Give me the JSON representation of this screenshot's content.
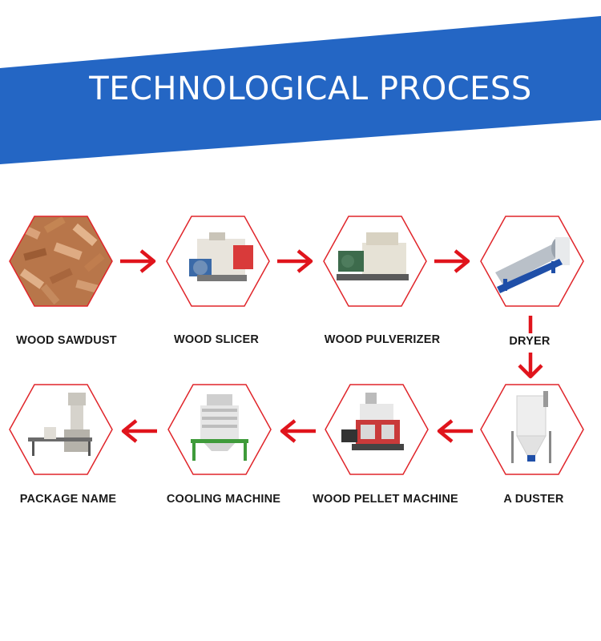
{
  "title": "TECHNOLOGICAL PROCESS",
  "colors": {
    "banner": "#2466c4",
    "hex_border": "#e0252a",
    "arrow": "#e0141c"
  },
  "steps": [
    {
      "label": "WOOD SAWDUST",
      "image": "wood-chips"
    },
    {
      "label": "WOOD SLICER",
      "image": "wood-slicer-machine"
    },
    {
      "label": "WOOD PULVERIZER",
      "image": "pulverizer-machine"
    },
    {
      "label": "DRYER",
      "image": "rotary-dryer"
    },
    {
      "label": "A DUSTER",
      "image": "dust-collector"
    },
    {
      "label": "WOOD PELLET MACHINE",
      "image": "pellet-machine"
    },
    {
      "label": "COOLING MACHINE",
      "image": "cooling-machine"
    },
    {
      "label": "PACKAGE NAME",
      "image": "packing-machine"
    }
  ]
}
